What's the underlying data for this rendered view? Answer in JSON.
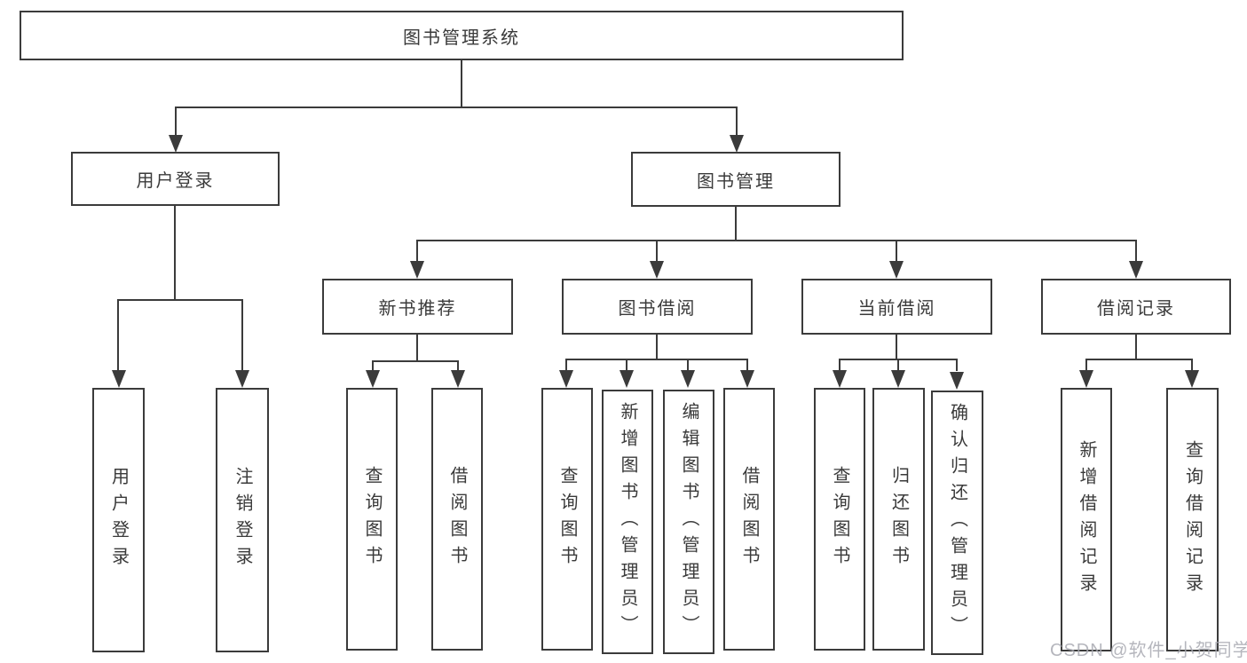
{
  "diagram": {
    "root": {
      "label": "图书管理系统"
    },
    "branches": [
      {
        "label": "用户登录",
        "children": [
          {
            "label": "用户登录"
          },
          {
            "label": "注销登录"
          }
        ]
      },
      {
        "label": "图书管理",
        "children": [
          {
            "label": "新书推荐",
            "children": [
              {
                "label": "查询图书"
              },
              {
                "label": "借阅图书"
              }
            ]
          },
          {
            "label": "图书借阅",
            "children": [
              {
                "label": "查询图书"
              },
              {
                "label": "新增图书（管理员）"
              },
              {
                "label": "编辑图书（管理员）"
              },
              {
                "label": "借阅图书"
              }
            ]
          },
          {
            "label": "当前借阅",
            "children": [
              {
                "label": "查询图书"
              },
              {
                "label": "归还图书"
              },
              {
                "label": "确认归还（管理员）"
              }
            ]
          },
          {
            "label": "借阅记录",
            "children": [
              {
                "label": "新增借阅记录"
              },
              {
                "label": "查询借阅记录"
              }
            ]
          }
        ]
      }
    ]
  },
  "watermark": {
    "text": "CSDN @软件_小贺同学"
  },
  "colors": {
    "line": "#3b3b3b",
    "box_fill": "#ffffff",
    "background": "#ffffff",
    "text": "#3a3a3a",
    "watermark": "#a9aab2"
  }
}
